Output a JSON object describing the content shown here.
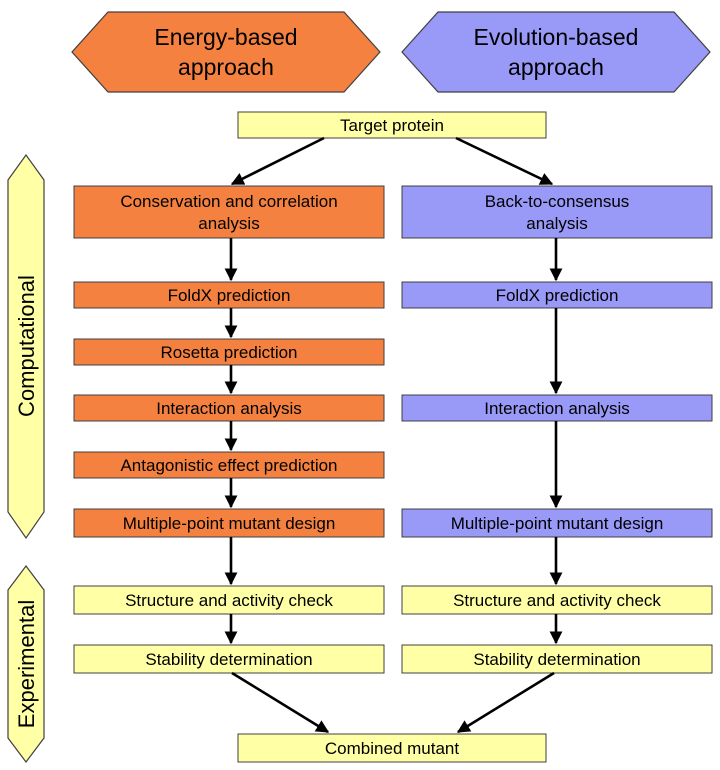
{
  "headers": {
    "energy": {
      "line1": "Energy-based",
      "line2": "approach"
    },
    "evolution": {
      "line1": "Evolution-based",
      "line2": "approach"
    }
  },
  "target": "Target protein",
  "side_labels": {
    "computational": "Computational",
    "experimental": "Experimental"
  },
  "energy_steps": {
    "conservation_line1": "Conservation and correlation",
    "conservation_line2": "analysis",
    "foldx": "FoldX prediction",
    "rosetta": "Rosetta prediction",
    "interaction": "Interaction analysis",
    "antagonistic": "Antagonistic effect prediction",
    "multipoint": "Multiple-point mutant design"
  },
  "evolution_steps": {
    "consensus_line1": "Back-to-consensus",
    "consensus_line2": "analysis",
    "foldx": "FoldX prediction",
    "interaction": "Interaction analysis",
    "multipoint": "Multiple-point mutant design"
  },
  "experimental_steps": {
    "left_check": "Structure and activity check",
    "left_stability": "Stability determination",
    "right_check": "Structure and activity check",
    "right_stability": "Stability determination"
  },
  "combined": "Combined mutant",
  "colors": {
    "orange": "#F4813F",
    "purple": "#9999F8",
    "yellow": "#FFFFA6",
    "stroke": "#404040"
  }
}
